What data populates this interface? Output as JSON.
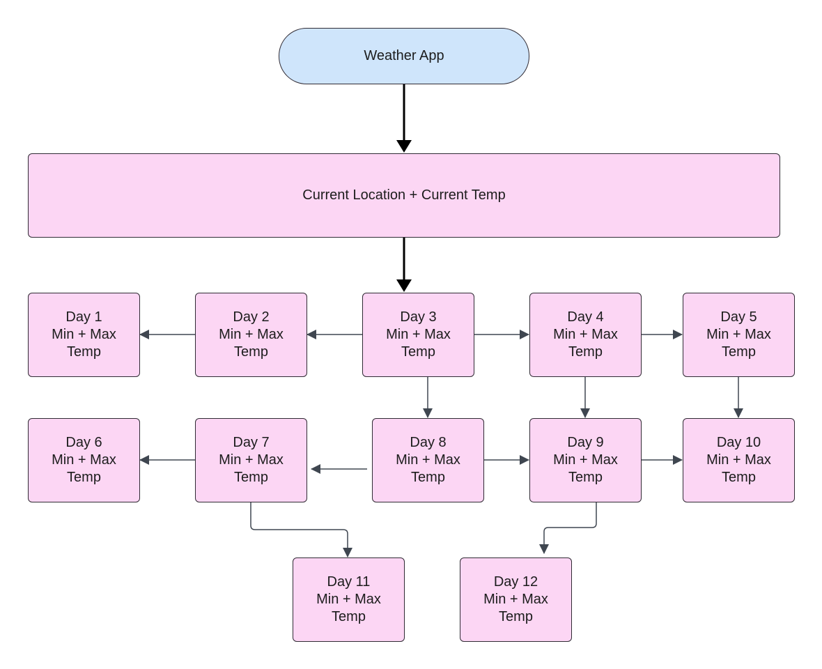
{
  "root": {
    "label": "Weather App"
  },
  "current": {
    "label": "Current Location + Current Temp"
  },
  "days": [
    {
      "title": "Day 1",
      "line2": "Min + Max",
      "line3": "Temp"
    },
    {
      "title": "Day 2",
      "line2": "Min + Max",
      "line3": "Temp"
    },
    {
      "title": "Day 3",
      "line2": "Min + Max",
      "line3": "Temp"
    },
    {
      "title": "Day 4",
      "line2": "Min + Max",
      "line3": "Temp"
    },
    {
      "title": "Day 5",
      "line2": "Min + Max",
      "line3": "Temp"
    },
    {
      "title": "Day 6",
      "line2": "Min + Max",
      "line3": "Temp"
    },
    {
      "title": "Day 7",
      "line2": "Min + Max",
      "line3": "Temp"
    },
    {
      "title": "Day 8",
      "line2": "Min + Max",
      "line3": "Temp"
    },
    {
      "title": "Day 9",
      "line2": "Min + Max",
      "line3": "Temp"
    },
    {
      "title": "Day 10",
      "line2": "Min + Max",
      "line3": "Temp"
    },
    {
      "title": "Day 11",
      "line2": "Min + Max",
      "line3": "Temp"
    },
    {
      "title": "Day 12",
      "line2": "Min + Max",
      "line3": "Temp"
    }
  ],
  "colors": {
    "root_fill": "#cfe5fb",
    "node_fill": "#fcd6f4",
    "border": "#2f2a33",
    "connector": "#3f4650",
    "main_connector": "#000000"
  }
}
